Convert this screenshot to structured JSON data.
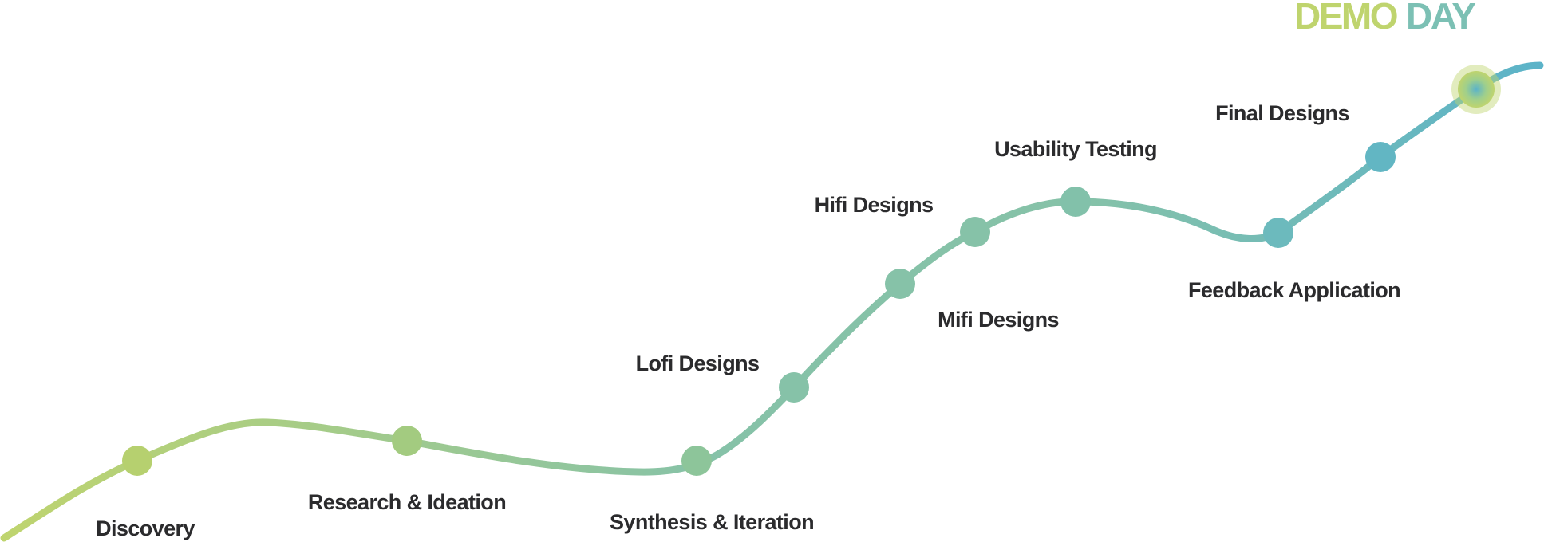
{
  "diagram": {
    "title_part1": "DEMO",
    "title_part2": "DAY",
    "colors": {
      "start": "#bfd46e",
      "middle": "#86c2a8",
      "end": "#5bb3c9",
      "title_part1": "#bfd46e",
      "title_part2": "#7cc0b4",
      "label": "#2b2b2d"
    },
    "milestones": [
      {
        "label": "Discovery",
        "label_side": "below"
      },
      {
        "label": "Research & Ideation",
        "label_side": "below"
      },
      {
        "label": "Synthesis & Iteration",
        "label_side": "below"
      },
      {
        "label": "Lofi Designs",
        "label_side": "above"
      },
      {
        "label": "Mifi Designs",
        "label_side": "below"
      },
      {
        "label": "Hifi Designs",
        "label_side": "above"
      },
      {
        "label": "Usability Testing",
        "label_side": "above"
      },
      {
        "label": "Feedback Application",
        "label_side": "below"
      },
      {
        "label": "Final Designs",
        "label_side": "above"
      }
    ],
    "goal_marker": "demo-day-goal"
  }
}
